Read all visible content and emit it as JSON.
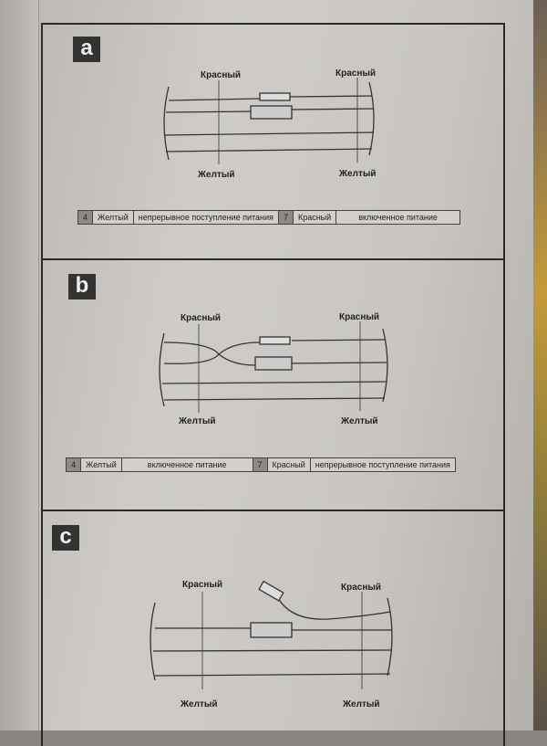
{
  "sections": [
    {
      "letter": "a",
      "labels": {
        "top_left": "Красный",
        "top_right": "Красный",
        "bottom_left": "Желтый",
        "bottom_right": "Желтый"
      },
      "table": [
        {
          "num": "4",
          "color": "Желтый",
          "desc": "непрерывное поступление питания"
        },
        {
          "num": "7",
          "color": "Красный",
          "desc": "включенное питание"
        }
      ]
    },
    {
      "letter": "b",
      "labels": {
        "top_left": "Красный",
        "top_right": "Красный",
        "bottom_left": "Желтый",
        "bottom_right": "Желтый"
      },
      "table": [
        {
          "num": "4",
          "color": "Желтый",
          "desc": "включенное питание"
        },
        {
          "num": "7",
          "color": "Красный",
          "desc": "непрерывное поступление питания"
        }
      ]
    },
    {
      "letter": "c",
      "labels": {
        "top_left": "Красный",
        "top_right": "Красный",
        "bottom_left": "Желтый",
        "bottom_right": "Желтый"
      }
    }
  ]
}
